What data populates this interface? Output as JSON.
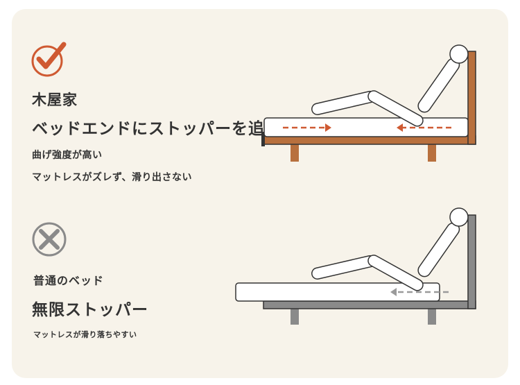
{
  "good": {
    "brand": "木屋家",
    "headline": "ベッドエンドにストッパーを追加",
    "point1": "曲げ強度が高い",
    "point2": "マットレスがズレず、滑り出さない"
  },
  "normal": {
    "label": "普通のベッド",
    "headline": "無限ストッパー",
    "point1": "マットレスが滑り落ちやすい"
  },
  "colors": {
    "background": "#f7f3ea",
    "accent": "#cf5a32",
    "wood": "#b8703e",
    "gray": "#8a8a8a",
    "arrow_gray": "#9a9a9a"
  },
  "icons": {
    "good": "check-circle-icon",
    "normal": "cross-circle-icon"
  }
}
